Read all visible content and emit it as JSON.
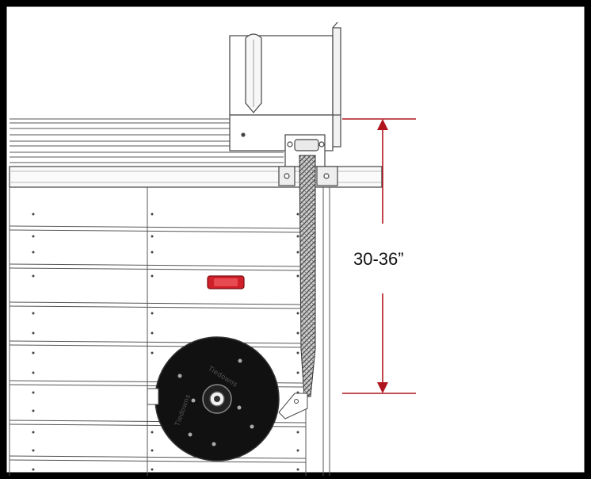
{
  "dimension": {
    "label": "30-36”"
  },
  "wheel": {
    "brand_text": "Tiedowns",
    "brand_text_2": "Tiedowns"
  },
  "colors": {
    "frame": "#000000",
    "line": "#444444",
    "dimension": "#b0151d",
    "reflector": "#d0202a",
    "wheel": "#111111",
    "strap": "#555555"
  }
}
